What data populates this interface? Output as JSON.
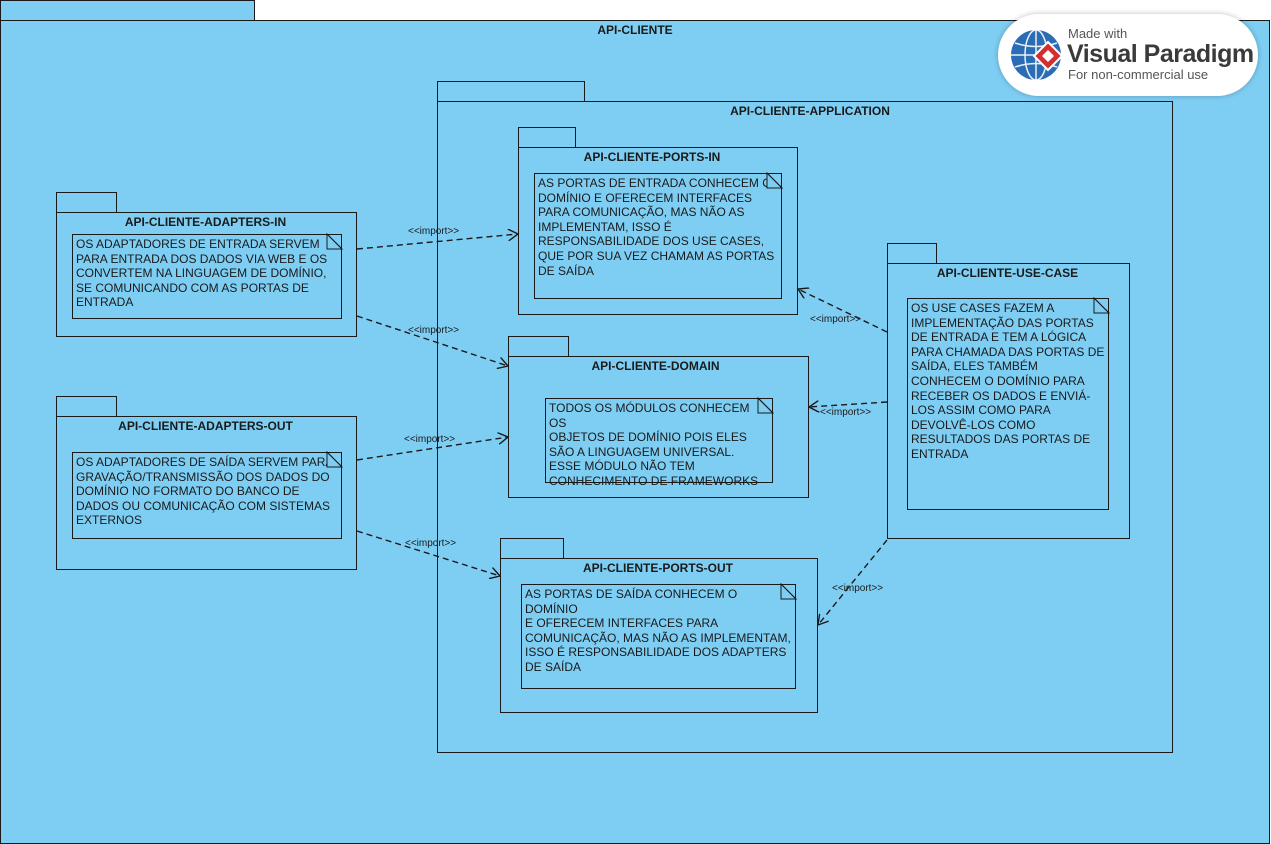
{
  "packages": {
    "root": {
      "title": "API-CLIENTE"
    },
    "application": {
      "title": "API-CLIENTE-APPLICATION"
    },
    "ports_in": {
      "title": "API-CLIENTE-PORTS-IN",
      "note": "AS PORTAS DE ENTRADA CONHECEM O\nDOMÍNIO E OFERECEM INTERFACES\nPARA COMUNICAÇÃO, MAS NÃO AS\nIMPLEMENTAM, ISSO É\nRESPONSABILIDADE DOS USE CASES,\nQUE POR SUA VEZ CHAMAM AS PORTAS\nDE SAÍDA"
    },
    "domain": {
      "title": "API-CLIENTE-DOMAIN",
      "note": "TODOS OS MÓDULOS CONHECEM OS\nOBJETOS DE DOMÍNIO POIS ELES\nSÃO A LINGUAGEM UNIVERSAL.\nESSE MÓDULO NÃO TEM\nCONHECIMENTO DE FRAMEWORKS"
    },
    "ports_out": {
      "title": "API-CLIENTE-PORTS-OUT",
      "note": "AS PORTAS DE SAÍDA CONHECEM O DOMÍNIO\nE OFERECEM INTERFACES PARA\nCOMUNICAÇÃO, MAS NÃO AS IMPLEMENTAM,\nISSO É RESPONSABILIDADE DOS ADAPTERS\nDE SAÍDA"
    },
    "use_case": {
      "title": "API-CLIENTE-USE-CASE",
      "note": "OS USE CASES FAZEM A\nIMPLEMENTAÇÃO DAS PORTAS\nDE ENTRADA E TEM A LÓGICA\nPARA CHAMADA DAS PORTAS DE\nSAÍDA, ELES TAMBÉM\nCONHECEM O DOMÍNIO PARA\nRECEBER OS DADOS E ENVIÁ-\nLOS ASSIM COMO PARA\nDEVOLVÊ-LOS COMO\nRESULTADOS DAS PORTAS DE\nENTRADA"
    },
    "adapters_in": {
      "title": "API-CLIENTE-ADAPTERS-IN",
      "note": "OS ADAPTADORES DE ENTRADA SERVEM\nPARA ENTRADA DOS DADOS VIA WEB E OS\nCONVERTEM NA LINGUAGEM DE DOMÍNIO,\nSE COMUNICANDO COM AS PORTAS DE\nENTRADA"
    },
    "adapters_out": {
      "title": "API-CLIENTE-ADAPTERS-OUT",
      "note": "OS ADAPTADORES DE SAÍDA SERVEM PARA\nGRAVAÇÃO/TRANSMISSÃO DOS DADOS DO\nDOMÍNIO NO FORMATO DO BANCO DE\nDADOS OU COMUNICAÇÃO COM SISTEMAS\nEXTERNOS"
    }
  },
  "dependencies": [
    {
      "from": "adapters_in",
      "to": "ports_in",
      "label": "<<import>>"
    },
    {
      "from": "adapters_in",
      "to": "domain",
      "label": "<<import>>"
    },
    {
      "from": "adapters_out",
      "to": "domain",
      "label": "<<import>>"
    },
    {
      "from": "adapters_out",
      "to": "ports_out",
      "label": "<<import>>"
    },
    {
      "from": "use_case",
      "to": "ports_in",
      "label": "<<import>>"
    },
    {
      "from": "use_case",
      "to": "domain",
      "label": "<<import>>"
    },
    {
      "from": "use_case",
      "to": "ports_out",
      "label": "<<import>>"
    }
  ],
  "watermark": {
    "line1": "Made with",
    "line2": "Visual Paradigm",
    "line3": "For non-commercial use"
  },
  "colors": {
    "package_fill": "#7ecef4",
    "stroke": "#1a1a1a"
  }
}
